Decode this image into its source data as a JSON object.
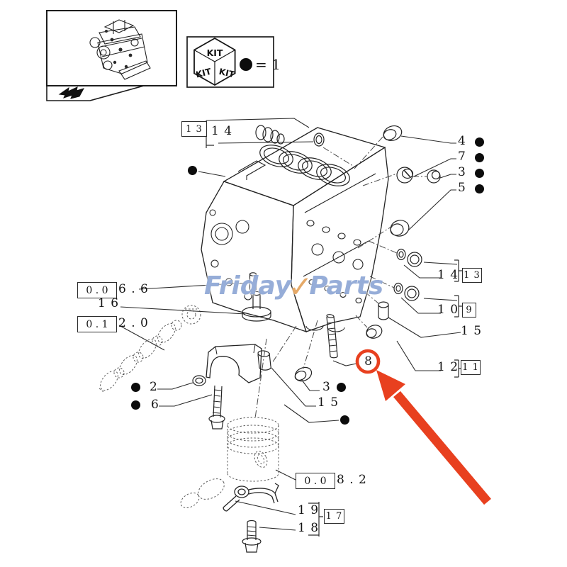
{
  "kit_legend": {
    "top": "KIT",
    "left": "KIT",
    "right": "KIT",
    "equals": "= 1"
  },
  "watermark": {
    "first": "Friday",
    "check": "✓",
    "second": "Parts"
  },
  "callouts": {
    "top_group": {
      "ref": "1 3",
      "item": "1 4"
    },
    "right_column": {
      "r1": "4",
      "r2": "7",
      "r3": "3",
      "r4": "5"
    },
    "group_14": {
      "item": "1 4",
      "ref": "1 3"
    },
    "group_10": {
      "item": "1 0",
      "ref": "9"
    },
    "item_15_right": "1 5",
    "group_12": {
      "item": "1 2",
      "ref": "1 1"
    },
    "highlighted": "8",
    "section_a": {
      "boxed": "0 . 0",
      "rest": "6 . 6"
    },
    "item_16": "1 6",
    "section_b": {
      "boxed": "0 . 1",
      "rest": "2 . 0"
    },
    "item_2": "2",
    "item_6": "6",
    "item_3_bottom": "3",
    "item_15_bottom": "1 5",
    "section_c": {
      "boxed": "0 . 0",
      "rest": "8 . 2"
    },
    "group_oiljet": {
      "item_19": "1 9",
      "item_18": "1 8",
      "ref": "1 7"
    }
  },
  "colors": {
    "highlight": "#e8401f",
    "watermark_text": "#567ac0",
    "watermark_check": "#e09a4e"
  }
}
